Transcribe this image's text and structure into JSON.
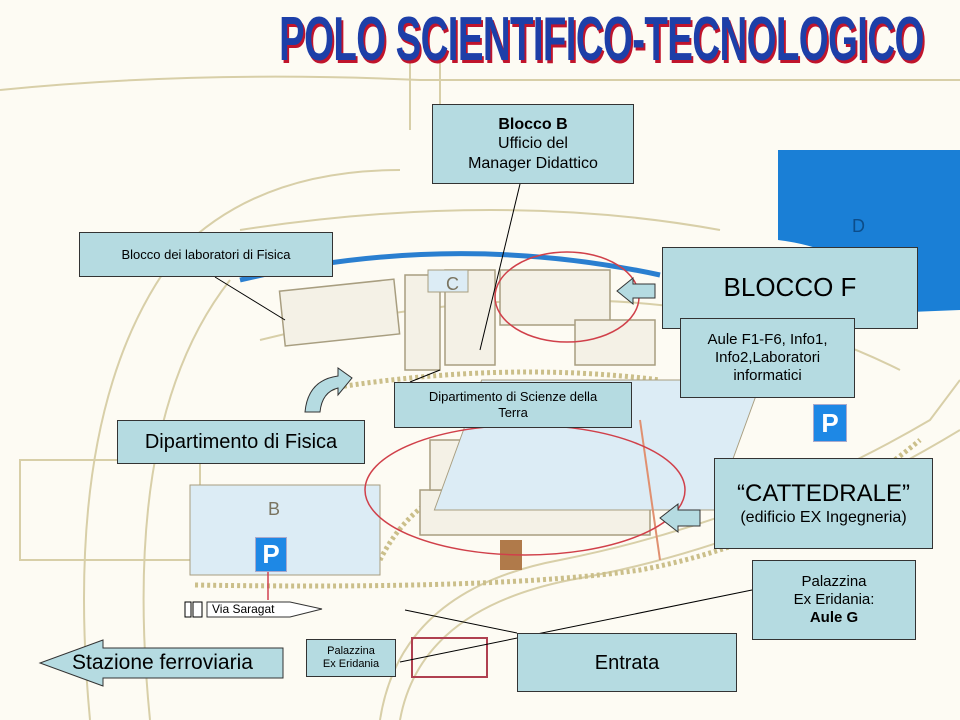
{
  "title": "POLO SCIENTIFICO-TECNOLOGICO",
  "labels": {
    "blocco_b": {
      "line1": "Blocco B",
      "line2": "Ufficio del",
      "line3": "Manager Didattico"
    },
    "lab_fisica": "Blocco dei laboratori di Fisica",
    "blocco_f": "BLOCCO F",
    "aule_f": {
      "line1": "Aule F1-F6, Info1,",
      "line2": "Info2,Laboratori",
      "line3": "informatici"
    },
    "scienze_terra": {
      "line1": "Dipartimento di Scienze della",
      "line2": "Terra"
    },
    "dip_fisica": "Dipartimento di Fisica",
    "cattedrale": {
      "line1": "“CATTEDRALE”",
      "line2": "(edificio EX Ingegneria)"
    },
    "palazzina_g": {
      "line1": "Palazzina",
      "line2": "Ex Eridania:",
      "line3": "Aule G"
    },
    "via_saragat": "Via Saragat",
    "stazione": "Stazione ferroviaria",
    "palazzina_small": {
      "line1": "Palazzina",
      "line2": "Ex Eridania"
    },
    "entrata": "Entrata"
  },
  "map_letters": {
    "b": "B",
    "c": "C",
    "d": "D"
  },
  "parking": "P",
  "colors": {
    "label_bg": "#b5dbe1",
    "title": "#1d3fa8",
    "title_shadow": "#c0142c",
    "parking": "#1e88e5",
    "highlight": "#d0404a",
    "water": "#1a7fd6",
    "map_bg": "#fbf8ee"
  }
}
